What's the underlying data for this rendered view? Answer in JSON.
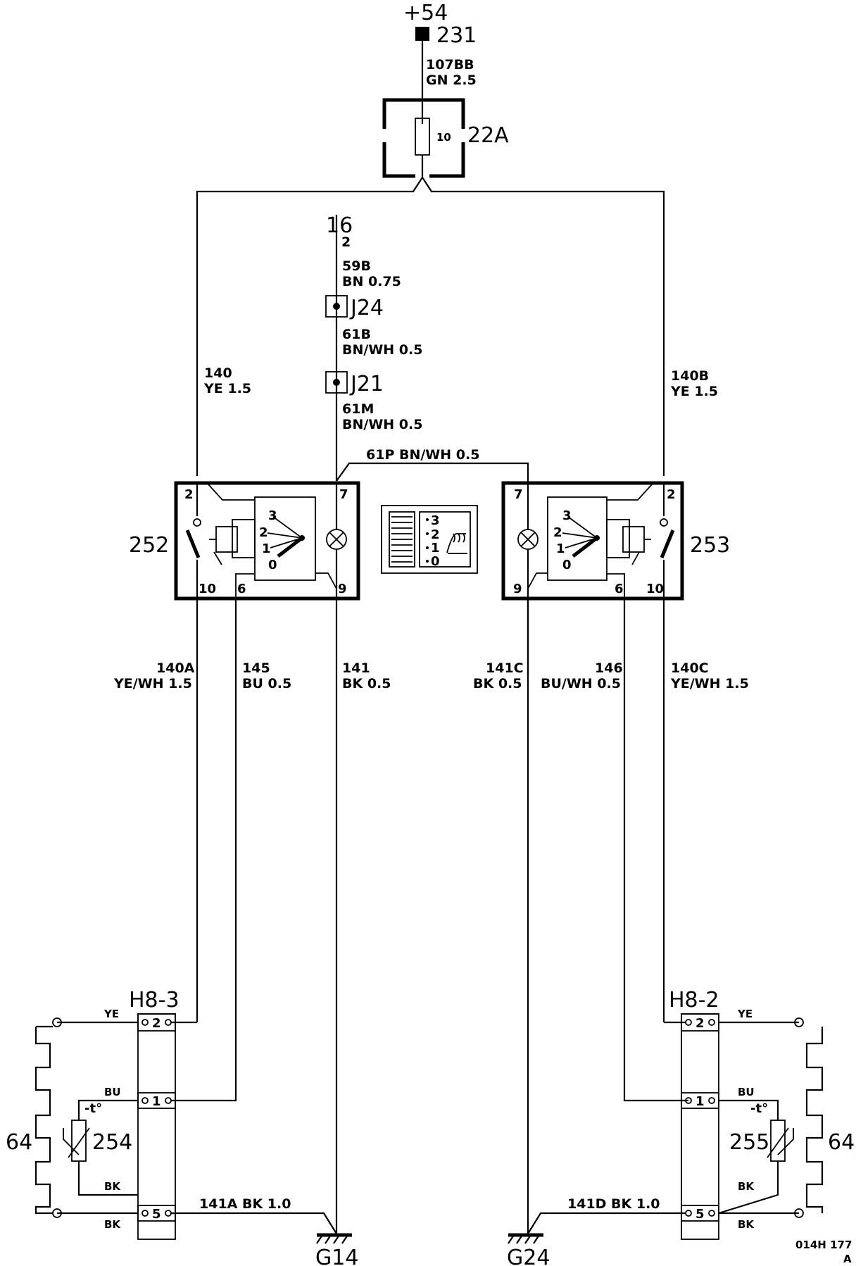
{
  "supply": {
    "label": "+54",
    "node": "231"
  },
  "top_wire": {
    "id": "107BB",
    "spec": "GN 2.5"
  },
  "fuse": {
    "value": "10",
    "id": "22A"
  },
  "source16": {
    "label": "16",
    "pin": "2"
  },
  "w59b": {
    "id": "59B",
    "spec": "BN 0.75"
  },
  "j24": "J24",
  "w61b": {
    "id": "61B",
    "spec": "BN/WH 0.5"
  },
  "j21": "J21",
  "w61m": {
    "id": "61M",
    "spec": "BN/WH 0.5"
  },
  "w61p": "61P BN/WH 0.5",
  "w140": {
    "id": "140",
    "spec": "YE 1.5"
  },
  "w140b": {
    "id": "140B",
    "spec": "YE 1.5"
  },
  "sw_left": {
    "id": "252",
    "pins": [
      "2",
      "7",
      "10",
      "6",
      "9"
    ],
    "positions": [
      "3",
      "2",
      "1",
      "0"
    ]
  },
  "sw_right": {
    "id": "253",
    "pins": [
      "7",
      "2",
      "9",
      "6",
      "10"
    ],
    "positions": [
      "3",
      "2",
      "1",
      "0"
    ]
  },
  "symbol_positions": [
    "3",
    "2",
    "1",
    "0"
  ],
  "w140a": {
    "id": "140A",
    "spec": "YE/WH 1.5"
  },
  "w145": {
    "id": "145",
    "spec": "BU 0.5"
  },
  "w141": {
    "id": "141",
    "spec": "BK 0.5"
  },
  "w141c": {
    "id": "141C",
    "spec": "BK 0.5"
  },
  "w146": {
    "id": "146",
    "spec": "BU/WH 0.5"
  },
  "w140c": {
    "id": "140C",
    "spec": "YE/WH 1.5"
  },
  "conn_left": {
    "id": "H8-3",
    "pins": [
      "2",
      "1",
      "5"
    ]
  },
  "conn_right": {
    "id": "H8-2",
    "pins": [
      "2",
      "1",
      "5"
    ]
  },
  "colors": {
    "ye": "YE",
    "bu": "BU",
    "bk": "BK"
  },
  "heater_left": {
    "id": "64",
    "sensor": "254",
    "temp": "-t°"
  },
  "heater_right": {
    "id": "64",
    "sensor": "255",
    "temp": "-t°"
  },
  "w141a": "141A BK 1.0",
  "w141d": "141D BK 1.0",
  "ground_left": "G14",
  "ground_right": "G24",
  "diagram_ref": {
    "code": "014H 177",
    "rev": "A"
  }
}
